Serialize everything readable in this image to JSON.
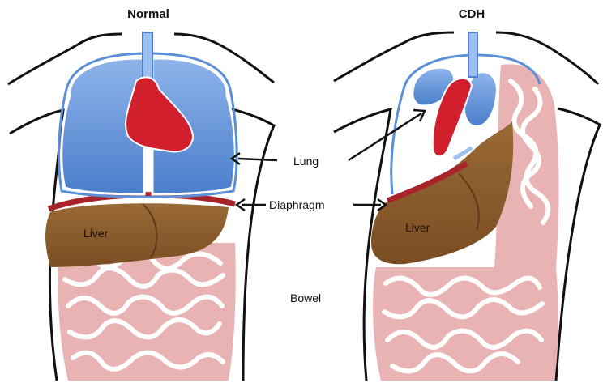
{
  "titles": {
    "left": "Normal",
    "right": "CDH"
  },
  "labels": {
    "lung": "Lung",
    "diaphragm": "Diaphragm",
    "bowel": "Bowel",
    "liver_left": "Liver",
    "liver_right": "Liver"
  },
  "colors": {
    "lung": "#5b8fd6",
    "lung_edge": "#2f5fa8",
    "heart": "#d21f2e",
    "diaphragm": "#a8242b",
    "liver": "#8a5a2b",
    "bowel": "#e6a8a8",
    "outline": "#111111"
  }
}
